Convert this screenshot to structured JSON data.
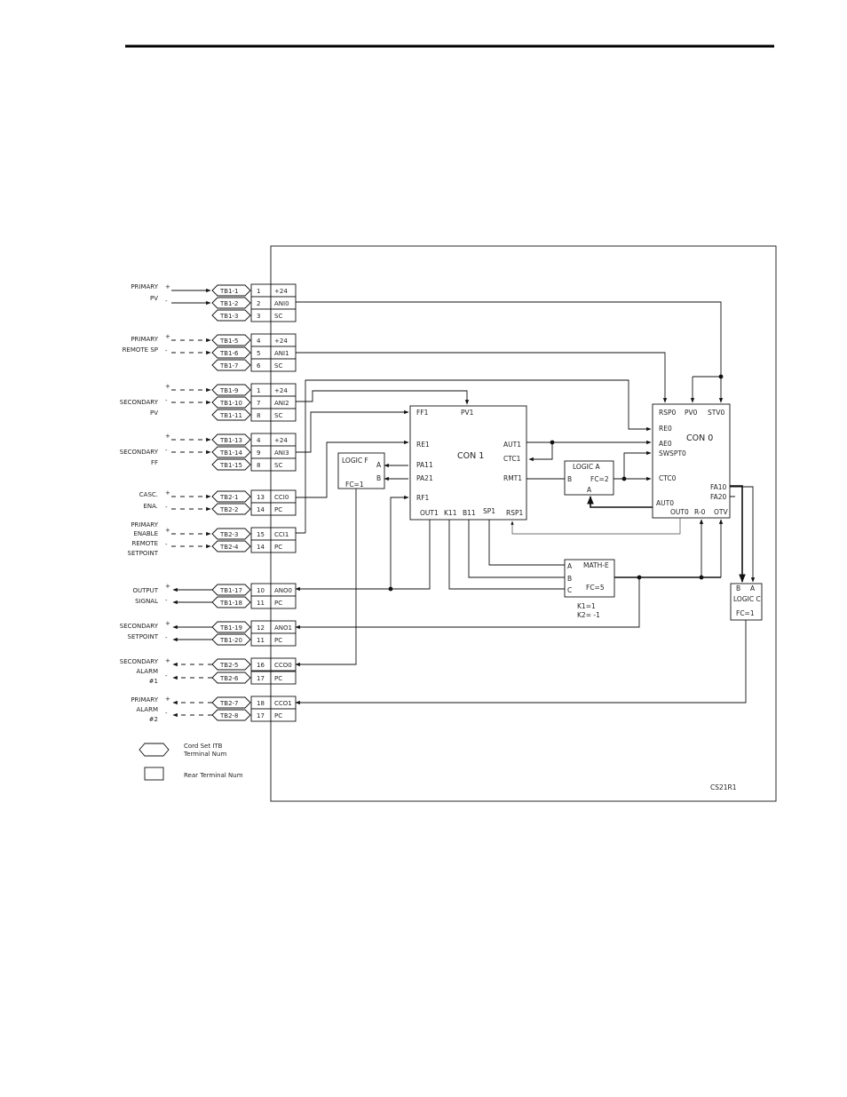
{
  "signals": [
    {
      "label": [
        "PRIMARY",
        "PV"
      ],
      "polarities": [
        "+",
        "-"
      ]
    },
    {
      "label": [
        "PRIMARY",
        "REMOTE SP"
      ],
      "polarities": [
        "+",
        "-"
      ]
    },
    {
      "label": [
        "SECONDARY",
        "PV"
      ],
      "polarities": [
        "+",
        "-"
      ]
    },
    {
      "label": [
        "SECONDARY",
        "FF"
      ],
      "polarities": [
        "+",
        "-"
      ]
    },
    {
      "label": [
        "CASC.",
        "ENA."
      ],
      "polarities": [
        "+",
        "-"
      ]
    },
    {
      "label": [
        "PRIMARY",
        "ENABLE",
        "REMOTE",
        "SETPOINT"
      ],
      "polarities": [
        "+",
        "-"
      ]
    },
    {
      "label": [
        "OUTPUT",
        "SIGNAL"
      ],
      "polarities": [
        "+",
        "-"
      ]
    },
    {
      "label": [
        "SECONDARY",
        "SETPOINT"
      ],
      "polarities": [
        "+",
        "-"
      ]
    },
    {
      "label": [
        "SECONDARY",
        "ALARM",
        "#1"
      ],
      "polarities": [
        "+",
        "-"
      ]
    },
    {
      "label": [
        "PRIMARY",
        "ALARM",
        "#2"
      ],
      "polarities": [
        "+",
        "-"
      ]
    }
  ],
  "terminals": [
    {
      "tb": "TB1-1",
      "num": "1",
      "name": "+24"
    },
    {
      "tb": "TB1-2",
      "num": "2",
      "name": "ANI0"
    },
    {
      "tb": "TB1-3",
      "num": "3",
      "name": "SC"
    },
    {
      "tb": "TB1-5",
      "num": "4",
      "name": "+24"
    },
    {
      "tb": "TB1-6",
      "num": "5",
      "name": "ANI1"
    },
    {
      "tb": "TB1-7",
      "num": "6",
      "name": "SC"
    },
    {
      "tb": "TB1-9",
      "num": "1",
      "name": "+24"
    },
    {
      "tb": "TB1-10",
      "num": "7",
      "name": "ANI2"
    },
    {
      "tb": "TB1-11",
      "num": "8",
      "name": "SC"
    },
    {
      "tb": "TB1-13",
      "num": "4",
      "name": "+24"
    },
    {
      "tb": "TB1-14",
      "num": "9",
      "name": "ANI3"
    },
    {
      "tb": "TB1-15",
      "num": "8",
      "name": "SC"
    },
    {
      "tb": "TB2-1",
      "num": "13",
      "name": "CCI0"
    },
    {
      "tb": "TB2-2",
      "num": "14",
      "name": "PC"
    },
    {
      "tb": "TB2-3",
      "num": "15",
      "name": "CCI1"
    },
    {
      "tb": "TB2-4",
      "num": "14",
      "name": "PC"
    },
    {
      "tb": "TB1-17",
      "num": "10",
      "name": "ANO0"
    },
    {
      "tb": "TB1-18",
      "num": "11",
      "name": "PC"
    },
    {
      "tb": "TB1-19",
      "num": "12",
      "name": "ANO1"
    },
    {
      "tb": "TB1-20",
      "num": "11",
      "name": "PC"
    },
    {
      "tb": "TB2-5",
      "num": "16",
      "name": "CCO0"
    },
    {
      "tb": "TB2-6",
      "num": "17",
      "name": "PC"
    },
    {
      "tb": "TB2-7",
      "num": "18",
      "name": "CCO1"
    },
    {
      "tb": "TB2-8",
      "num": "17",
      "name": "PC"
    }
  ],
  "blocks": {
    "con1": {
      "title": "CON 1",
      "pins": [
        "FF1",
        "PV1",
        "RE1",
        "PA11",
        "PA21",
        "RF1",
        "AUT1",
        "CTC1",
        "RMT1",
        "OUT1",
        "K11",
        "B11",
        "SP1",
        "RSP1"
      ]
    },
    "con0": {
      "title": "CON 0",
      "pins": [
        "RSP0",
        "PV0",
        "STV0",
        "RE0",
        "AE0",
        "SWSPT0",
        "CTC0",
        "FA10",
        "FA20",
        "AUT0",
        "OUT0",
        "R-0",
        "OTV"
      ]
    },
    "logic_f": {
      "title": "LOGIC F",
      "pins": [
        "A",
        "B"
      ],
      "fc": "FC=1"
    },
    "logic_a": {
      "title": "LOGIC A",
      "pins": [
        "B",
        "A"
      ],
      "fc": "FC=2"
    },
    "math_e": {
      "title": "MATH-E",
      "pins": [
        "A",
        "B",
        "C"
      ],
      "fc": "FC=5",
      "constants": [
        "K1=1",
        "K2= -1"
      ]
    },
    "logic_c": {
      "title": "LOGIC C",
      "pins": [
        "B",
        "A"
      ],
      "fc": "FC=1"
    }
  },
  "legend": {
    "hex_label": [
      "Cord Set ITB",
      "Terminal Num"
    ],
    "rect_label": "Rear Terminal Num"
  },
  "drawing_id": "CS21R1"
}
